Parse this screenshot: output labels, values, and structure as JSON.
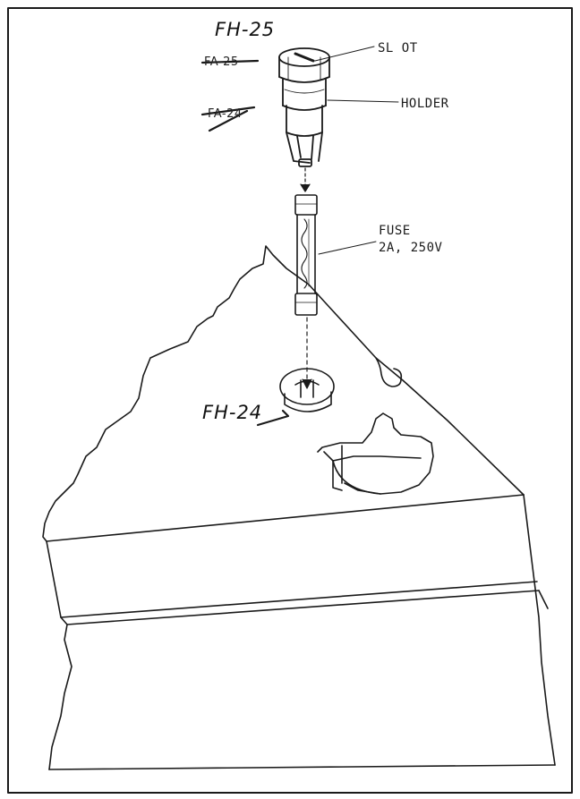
{
  "labels": {
    "slot": "SL OT",
    "holder": "HOLDER",
    "fuse": "FUSE",
    "fuse_rating": "2A, 250V"
  },
  "annotations": {
    "part_new_holder": "FH-25",
    "part_old_holder_cap": "FA-25",
    "part_old_holder_body": "FA-24",
    "part_new_socket": "FH-24"
  }
}
